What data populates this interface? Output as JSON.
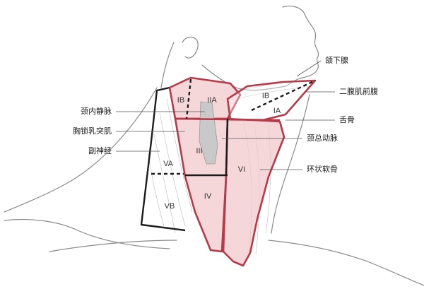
{
  "diagram": {
    "levels": {
      "IB_left": "IB",
      "IIA": "IIA",
      "IB_right": "IB",
      "IA": "IA",
      "III": "III",
      "VA": "VA",
      "VB": "VB",
      "IV": "IV",
      "VI": "VI"
    },
    "callouts": {
      "submandibular_gland": "颌下腺",
      "anterior_digastric": "二腹肌前腹",
      "hyoid": "舌骨",
      "common_carotid": "颈总动脉",
      "cricoid": "环状软骨",
      "internal_jugular": "颈内静脉",
      "sternocleidomastoid": "胸锁乳突肌",
      "accessory_nerve": "副神经"
    },
    "colors": {
      "zone_fill": "#f2c9cc",
      "zone_stroke": "#b53a4a",
      "posterior_stroke": "#1c1c1c",
      "vessel_fill": "#c9c9c9"
    }
  }
}
